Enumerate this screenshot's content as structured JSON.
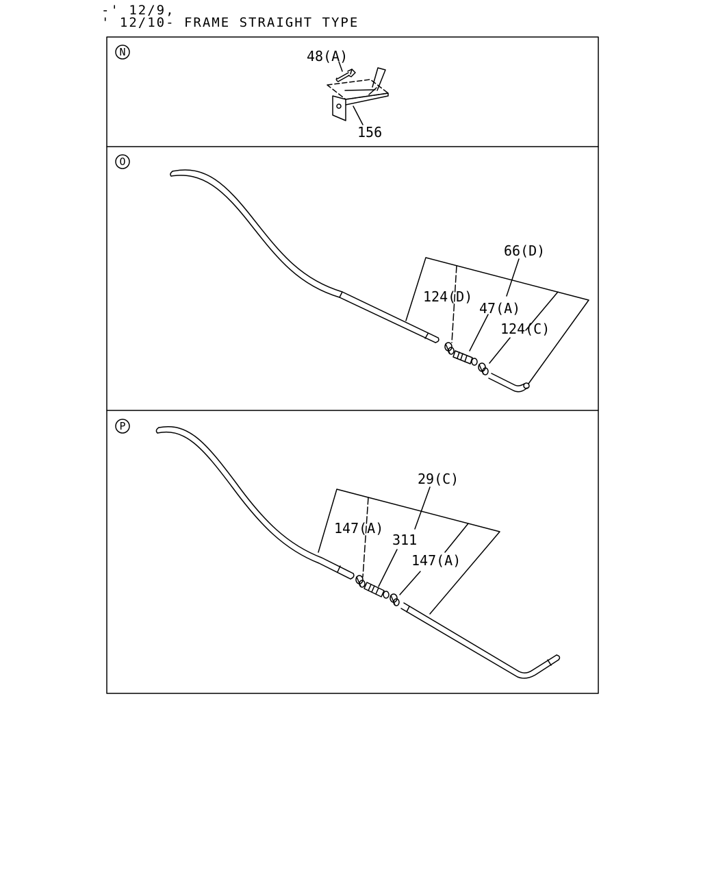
{
  "header": {
    "line1": "-' 12/9,",
    "line2": "' 12/10- FRAME STRAIGHT TYPE"
  },
  "panels": [
    {
      "marker": "N",
      "labels": [
        "48(A)",
        "156"
      ]
    },
    {
      "marker": "O",
      "labels": [
        "66(D)",
        "124(D)",
        "47(A)",
        "124(C)"
      ]
    },
    {
      "marker": "P",
      "labels": [
        "29(C)",
        "147(A)",
        "311",
        "147(A)"
      ]
    }
  ]
}
